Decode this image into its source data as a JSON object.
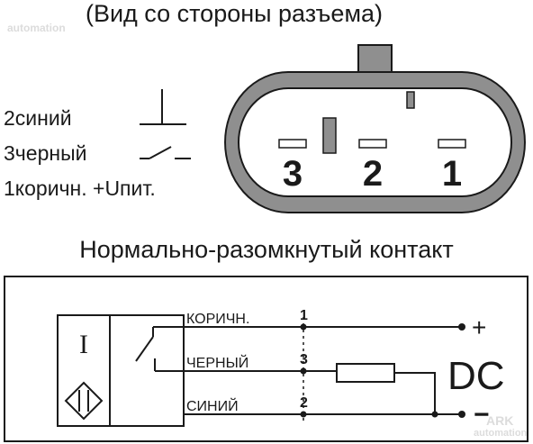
{
  "header": {
    "title": "(Вид со стороны разъема)"
  },
  "watermark": {
    "top": "automation",
    "bottom_brand": "ARK",
    "bottom": "automation"
  },
  "legend": [
    {
      "num": "2",
      "label": "синий"
    },
    {
      "num": "3",
      "label": "черный"
    },
    {
      "num": "1",
      "label": "коричн. +Uпит."
    }
  ],
  "connector": {
    "pins": [
      "3",
      "2",
      "1"
    ]
  },
  "section": {
    "title": "Нормально-разомкнутый контакт"
  },
  "schematic": {
    "sensor_symbol": "I",
    "wires": [
      {
        "label": "КОРИЧН.",
        "pin": "1"
      },
      {
        "label": "ЧЕРНЫЙ",
        "pin": "3"
      },
      {
        "label": "СИНИЙ",
        "pin": "2"
      }
    ],
    "plus": "+",
    "minus": "−",
    "supply": "DC"
  }
}
